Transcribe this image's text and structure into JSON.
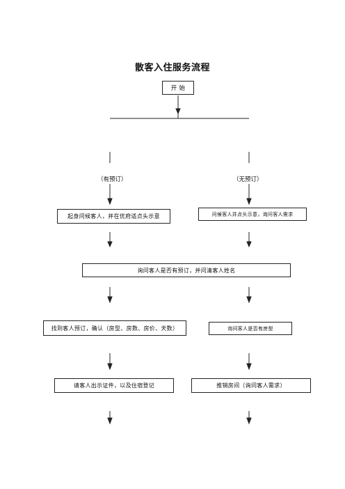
{
  "title": "散客入住服务流程",
  "nodes": {
    "start": "开 始",
    "branch_reserved": "（有预订）",
    "branch_unreserved": "（无预订）",
    "greet": "起身问候客人，并在优府适点头示意",
    "no_reserve_step1": "问候客人并点头示意，询问客人需求",
    "ask_reservation": "询问客人是否有预订，并问清客人姓名",
    "confirm_reservation": "找到客人预订，确认（房型、房数、房价、天数）",
    "ask_stay": "询问客人是否有房型",
    "register": "请客人出示证件，以及住宿登记",
    "recommend_room": "推销房间（询问客人需求）"
  }
}
